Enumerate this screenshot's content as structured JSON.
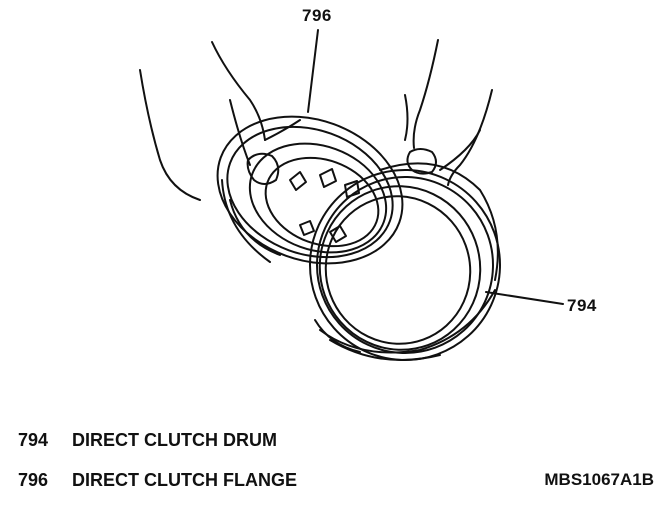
{
  "callouts": [
    {
      "number": "796",
      "part": "DIRECT CLUTCH FLANGE"
    },
    {
      "number": "794",
      "part": "DIRECT CLUTCH DRUM"
    }
  ],
  "legend": [
    {
      "number": "794",
      "text": "DIRECT CLUTCH DRUM"
    },
    {
      "number": "796",
      "text": "DIRECT CLUTCH FLANGE"
    }
  ],
  "figure_code": "MBS1067A1B",
  "colors": {
    "line": "#111111",
    "background": "#ffffff"
  }
}
